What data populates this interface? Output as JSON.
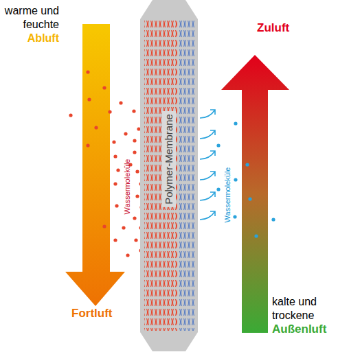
{
  "diagram": {
    "nodes": [
      {
        "text": [
          "Polymer-Membrane"
        ]
      }
    ],
    "labels": [
      "warme und feuchte",
      "Abluft",
      "Zuluft",
      "Fortluft",
      "kalte und trockene",
      "Außenluft",
      "Wassermoleküle",
      "Wassermoleküle"
    ]
  }
}
